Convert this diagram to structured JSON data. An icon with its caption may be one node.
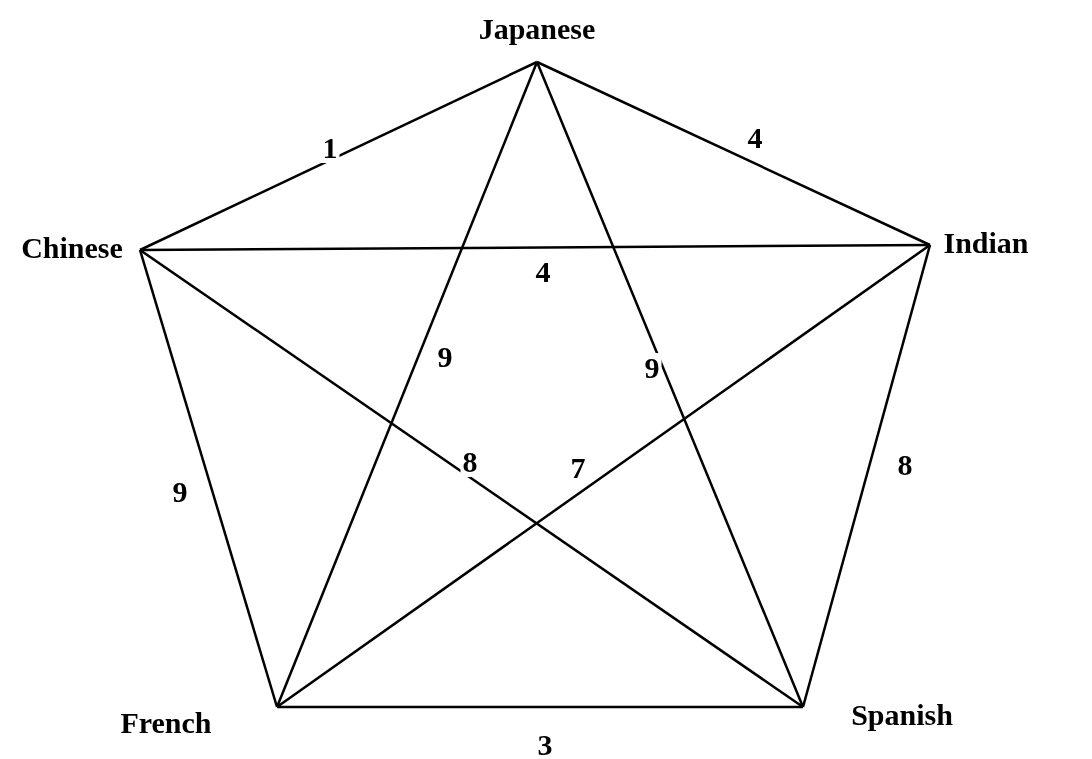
{
  "diagram": {
    "nodes": [
      {
        "text": [
          "Japanese"
        ]
      },
      {
        "text": [
          "Chinese"
        ]
      },
      {
        "text": [
          "Indian"
        ]
      },
      {
        "text": [
          "French"
        ]
      },
      {
        "text": [
          "Spanish"
        ]
      }
    ],
    "edges": [
      {
        "from": 0,
        "to": 1,
        "arrow": "none",
        "label": "1"
      },
      {
        "from": 0,
        "to": 2,
        "arrow": "none",
        "label": "4"
      },
      {
        "from": 1,
        "to": 2,
        "arrow": "none",
        "label": "4"
      },
      {
        "from": 0,
        "to": 3,
        "arrow": "none",
        "label": "9"
      },
      {
        "from": 0,
        "to": 4,
        "arrow": "none",
        "label": "9"
      },
      {
        "from": 1,
        "to": 4,
        "arrow": "none",
        "label": "8"
      },
      {
        "from": 2,
        "to": 3,
        "arrow": "none",
        "label": "7"
      },
      {
        "from": 2,
        "to": 4,
        "arrow": "none",
        "label": "8"
      },
      {
        "from": 1,
        "to": 3,
        "arrow": "none",
        "label": "9"
      },
      {
        "from": 3,
        "to": 4,
        "arrow": "none",
        "label": "3"
      }
    ]
  }
}
